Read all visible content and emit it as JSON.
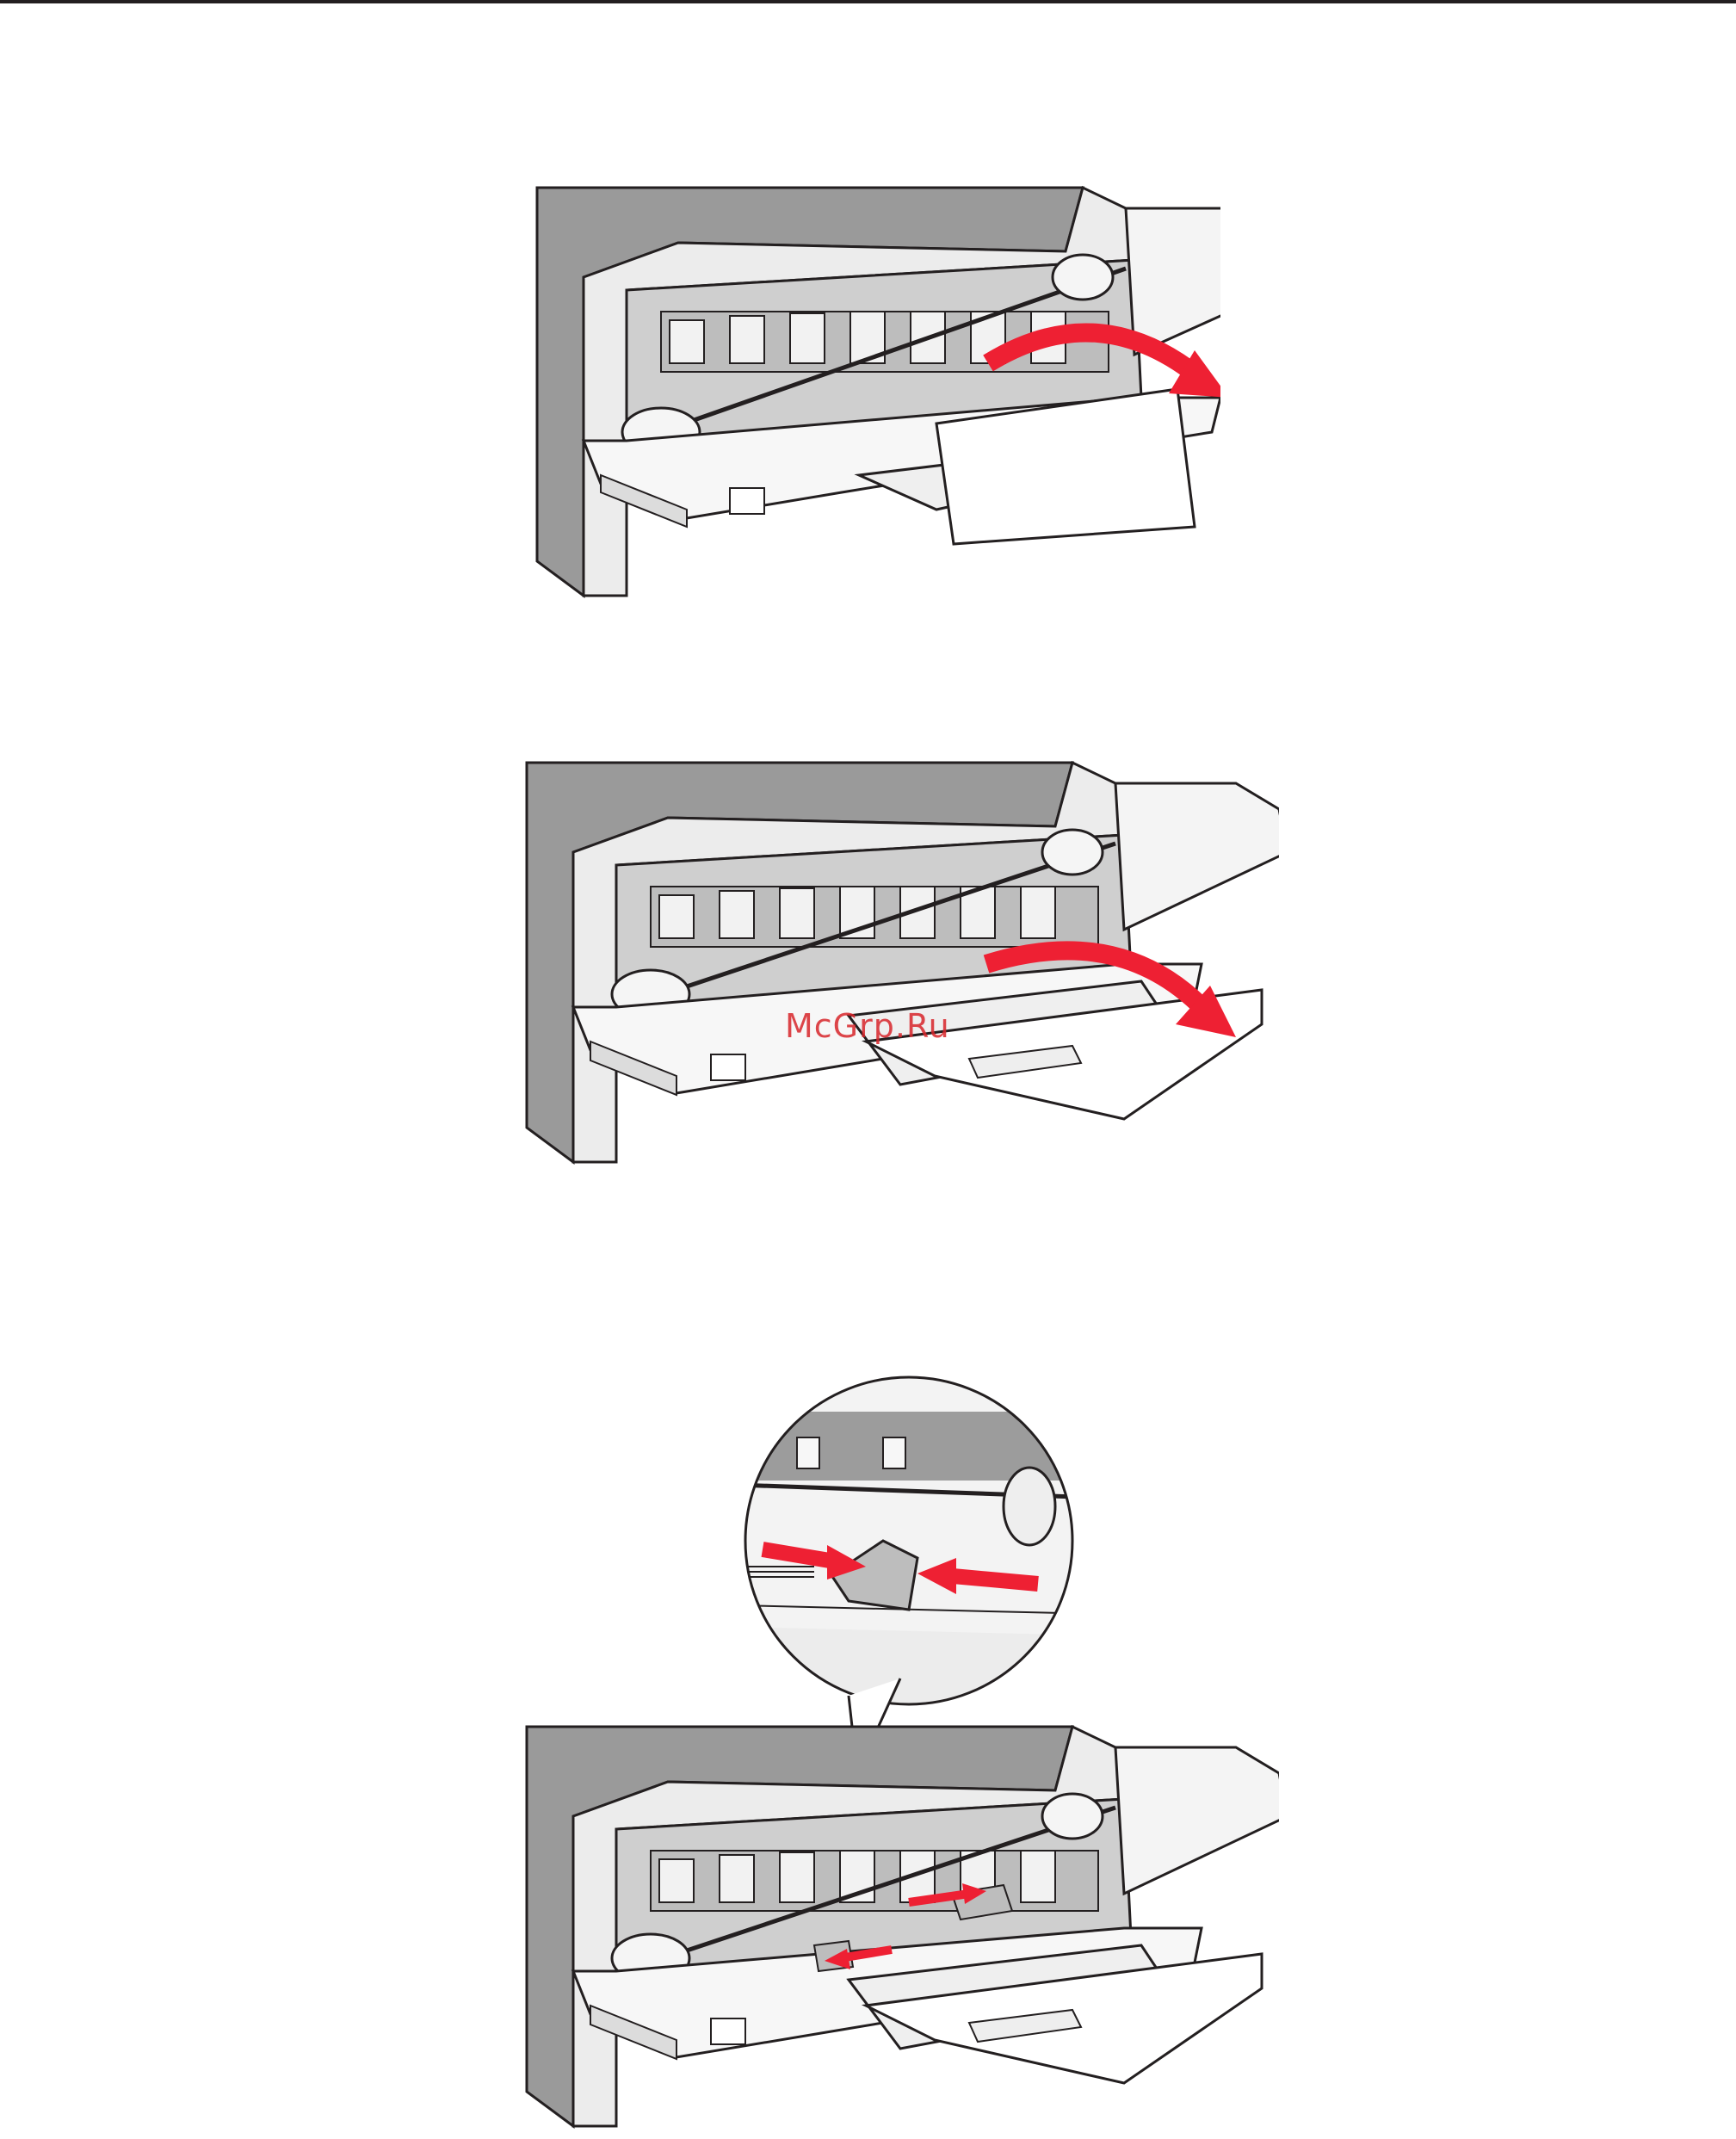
{
  "watermark": {
    "text": "McGrp.Ru"
  },
  "figures": [
    {
      "id": "fig-1",
      "icon": "open-tray-extension-illustration"
    },
    {
      "id": "fig-2",
      "icon": "unfold-tray-extension-illustration"
    },
    {
      "id": "fig-3",
      "icon": "slide-width-guide-illustration"
    }
  ],
  "colors": {
    "arrow": "#ee2033",
    "line": "#231f20",
    "printer": "#e9e9e9",
    "shade": "#8a8a8a"
  }
}
